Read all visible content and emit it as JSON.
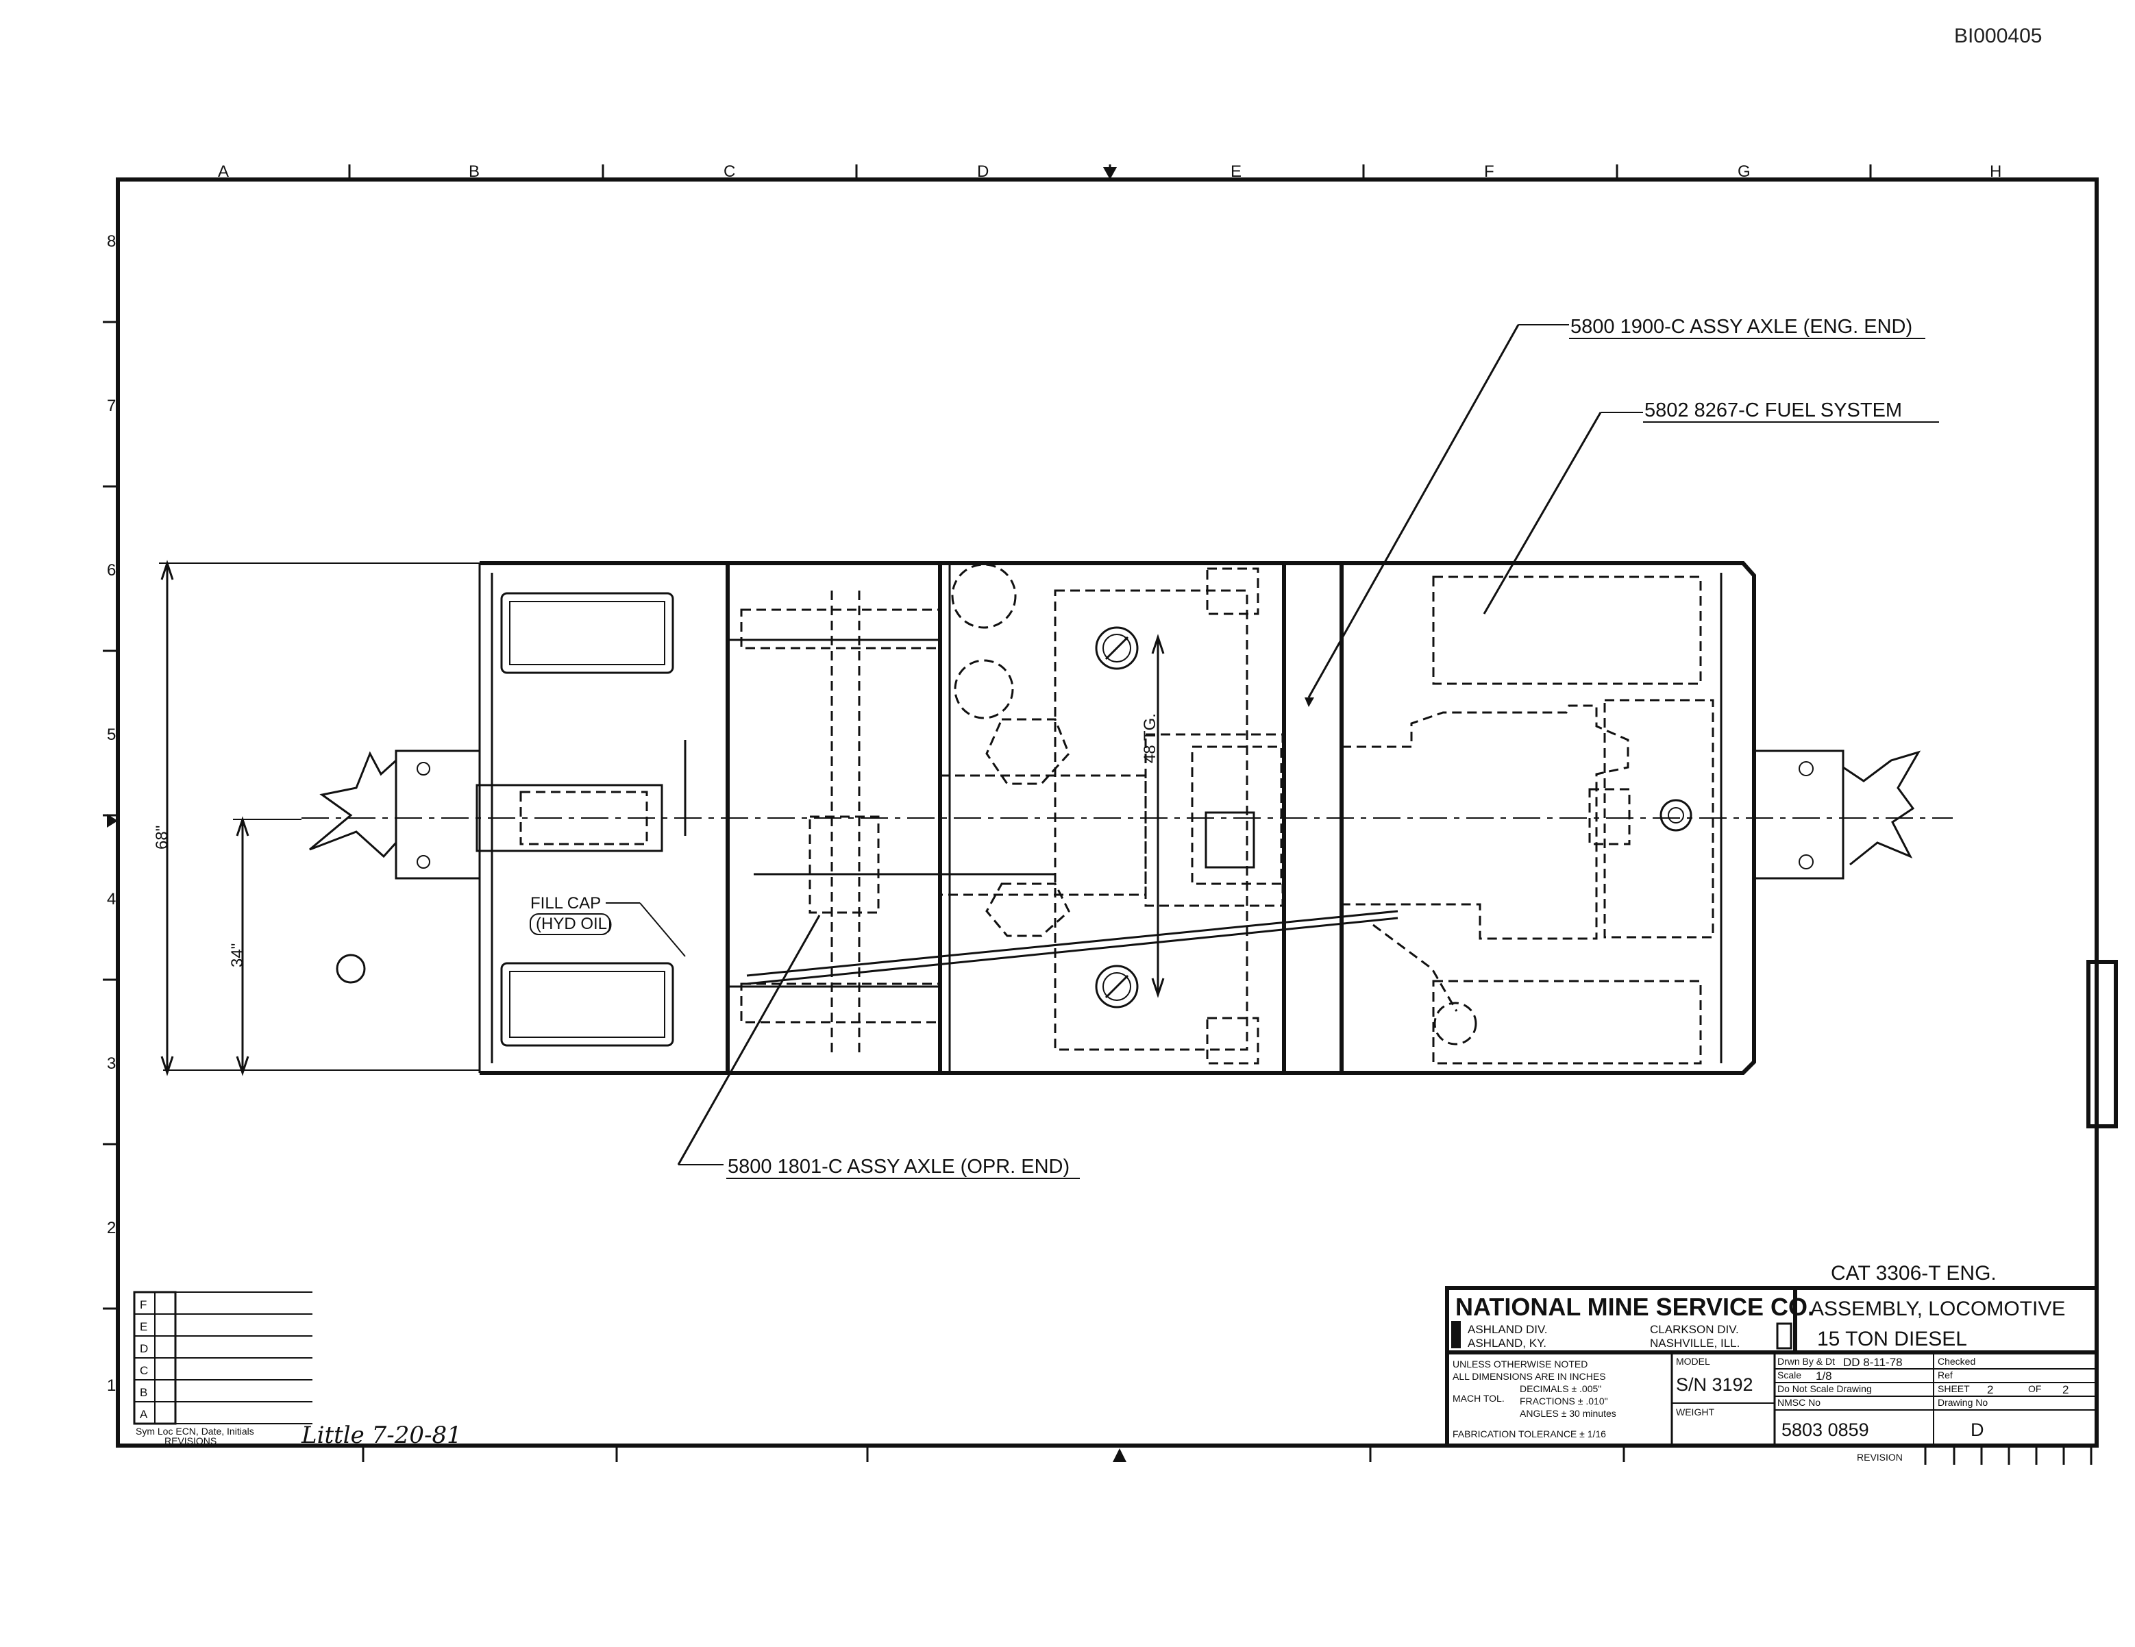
{
  "document_id": "BI000405",
  "border": {
    "column_zones": [
      "A",
      "B",
      "C",
      "D",
      "E",
      "F",
      "G",
      "H"
    ],
    "row_zones": [
      "8",
      "7",
      "6",
      "5",
      "4",
      "3",
      "2",
      "1"
    ]
  },
  "callouts": {
    "axle_eng_end": "5800 1900-C ASSY AXLE (ENG. END)",
    "fuel_system": "5802 8267-C FUEL SYSTEM",
    "axle_opr_end": "5800 1801-C ASSY AXLE (OPR. END)",
    "fill_cap_line1": "FILL CAP",
    "fill_cap_line2": "(HYD OIL)"
  },
  "dimensions": {
    "track_gauge": "48 TG.",
    "overall_height": "68\"",
    "center_height": "34\""
  },
  "revisions_block": {
    "letters": [
      "F",
      "E",
      "D",
      "C",
      "B",
      "A"
    ],
    "header": "Sym Loc ECN, Date, Initials",
    "footer": "REVISIONS",
    "signature": "Little 7-20-81"
  },
  "title_block": {
    "engine_note": "CAT 3306-T ENG.",
    "company": "NATIONAL MINE SERVICE CO.",
    "div_left_line1": "ASHLAND DIV.",
    "div_left_line2": "ASHLAND, KY.",
    "div_right_line1": "CLARKSON DIV.",
    "div_right_line2": "NASHVILLE, ILL.",
    "title_line1": "ASSEMBLY, LOCOMOTIVE",
    "title_line2": "15 TON DIESEL",
    "tolerances": [
      "UNLESS OTHERWISE NOTED",
      "ALL DIMENSIONS ARE IN INCHES",
      "DECIMALS ± .005\"",
      "FRACTIONS ± .010\"",
      "ANGLES ± 30 minutes",
      "FABRICATION TOLERANCE ± 1/16"
    ],
    "mach_tol_label": "MACH TOL.",
    "model_label": "MODEL",
    "model_value": "S/N 3192",
    "weight_label": "WEIGHT",
    "drawn_by_label": "Drwn By & Dt",
    "drawn_by_value": "DD 8-11-78",
    "checked_label": "Checked",
    "scale_label": "Scale",
    "scale_value": "1/8",
    "ref_label": "Ref",
    "no_scale_note": "Do Not Scale Drawing",
    "sheet_label": "SHEET",
    "sheet_value": "2",
    "sheet_of_label": "OF",
    "sheet_of_value": "2",
    "nmsc_label": "NMSC No",
    "nmsc_value": "5803 0859",
    "drawing_no_label": "Drawing No",
    "drawing_no_value": "D",
    "revision_label": "REVISION"
  }
}
